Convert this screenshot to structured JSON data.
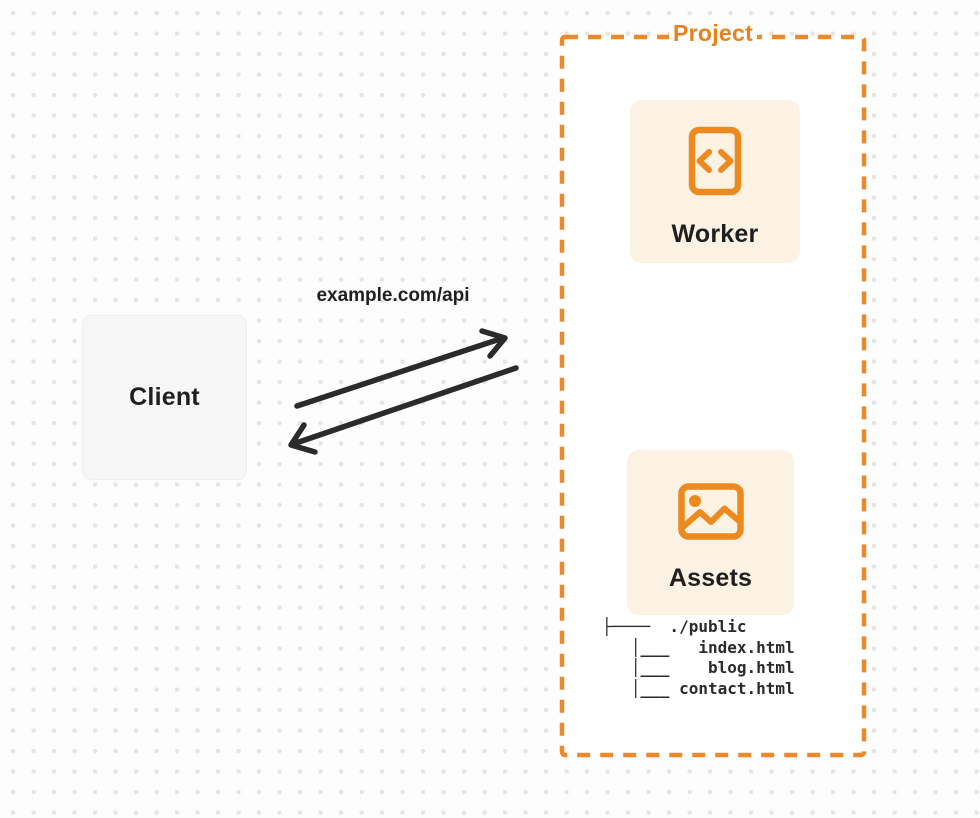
{
  "diagram": {
    "title": "Project",
    "colors": {
      "accent_orange": "#E8821E",
      "dashed_border": "#EA8A2B",
      "card_background": "#FCF2E3",
      "client_background": "#F6F6F7",
      "arrow_dark": "#2B2B2B",
      "page_background": "#FDFDFD",
      "dot_grid": "#E5E5E5",
      "text_dark": "#1F1F1F"
    }
  },
  "client": {
    "label": "Client"
  },
  "request": {
    "url_label": "example.com/api"
  },
  "project": {
    "title": "Project"
  },
  "worker": {
    "label": "Worker",
    "icon": "code-file-icon"
  },
  "assets": {
    "label": "Assets",
    "icon": "image-icon",
    "file_tree": {
      "lines": [
        "├────  ./public",
        "   │___   index.html",
        "   │___    blog.html",
        "   │___ contact.html"
      ]
    }
  }
}
